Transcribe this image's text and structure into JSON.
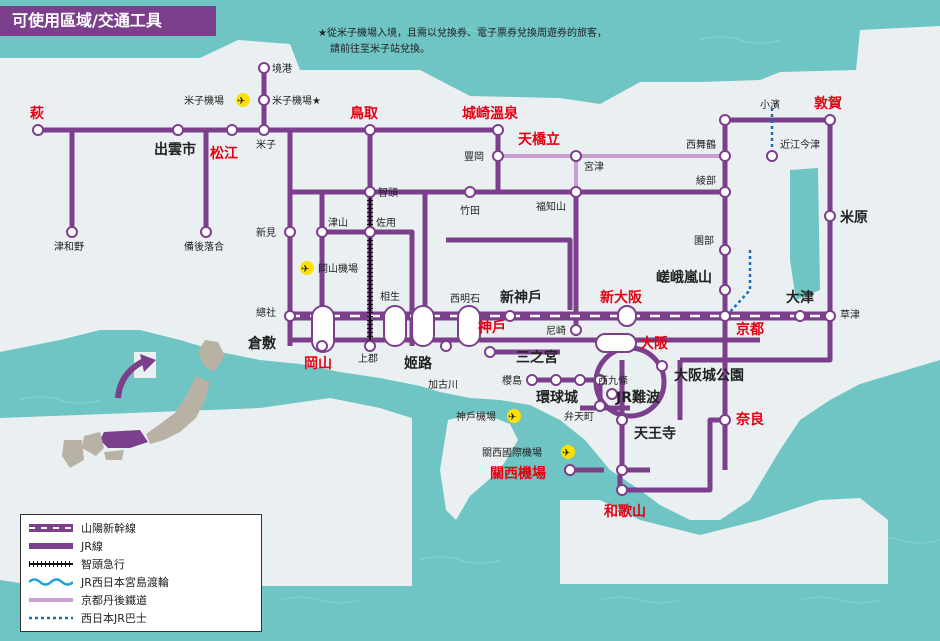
{
  "title": "可使用區域/交通工具",
  "note": {
    "line1": "★從米子機場入境，且需以兌換券、電子票券兌換周遊券的旅客，",
    "line2": "請前往至米子站兌換。"
  },
  "colors": {
    "sea": "#6fc4c4",
    "land": "#eaf0f2",
    "jr_line": "#7b3f8c",
    "tango_line": "#c79fd1",
    "ferry": "#1aa3d9",
    "bus": "#1a6fb4",
    "highlight_red": "#e60012"
  },
  "stations": {
    "sakaiminato": "境港",
    "yonago_airport": "米子機場",
    "yonago_airport_star": "米子機場★",
    "yonago": "米子",
    "hagi": "萩",
    "izumoshi": "出雲市",
    "matsue": "松江",
    "tsuwano": "津和野",
    "bingo_ochiai": "備後落合",
    "tottori": "鳥取",
    "chizu": "智頭",
    "tsuyama": "津山",
    "sayo": "佐用",
    "niimi": "新見",
    "okayama_airport": "岡山機場",
    "soja": "總社",
    "kurashiki": "倉敷",
    "okayama": "岡山",
    "aioi": "相生",
    "kamigori": "上郡",
    "himeji": "姬路",
    "kakogawa": "加古川",
    "kinosaki_onsen": "城崎溫泉",
    "toyooka": "豐岡",
    "amanohashidate": "天橋立",
    "miyazu": "宮津",
    "takeda": "竹田",
    "fukuchiyama": "福知山",
    "nishiakashi": "西明石",
    "shin_kobe": "新神戶",
    "kobe": "神戶",
    "amagasaki": "尼崎",
    "sannomiya": "三之宮",
    "shin_osaka": "新大阪",
    "osaka": "大阪",
    "sakurajima": "櫻島",
    "nishikujo": "西九條",
    "universal_city": "環球城",
    "bentencho": "弁天町",
    "jr_namba": "JR難波",
    "osakajokoen": "大阪城公園",
    "tennoji": "天王寺",
    "kobe_airport": "神戶機場",
    "kix_label": "關西國際機場",
    "kansai_airport": "關西機場",
    "wakayama": "和歌山",
    "nara": "奈良",
    "kyoto": "京都",
    "sagaarashiyama": "嵯峨嵐山",
    "sonobe": "園部",
    "ayabe": "綾部",
    "nishimaizuru": "西舞鶴",
    "obama": "小濱",
    "tsuruga": "敦賀",
    "omiimazu": "近江今津",
    "maibara": "米原",
    "otsu": "大津",
    "kusatsu": "草津"
  },
  "legend": [
    {
      "label": "山陽新幹線",
      "type": "shinkansen"
    },
    {
      "label": "JR線",
      "type": "jr"
    },
    {
      "label": "智頭急行",
      "type": "chizu"
    },
    {
      "label": "JR西日本宮島渡輪",
      "type": "ferry"
    },
    {
      "label": "京都丹後鐵道",
      "type": "tango"
    },
    {
      "label": "西日本JR巴士",
      "type": "bus"
    }
  ]
}
